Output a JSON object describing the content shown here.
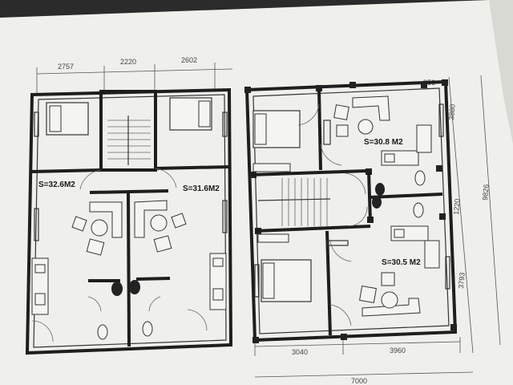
{
  "colors": {
    "paper": "#efefec",
    "background": "#2b2b2b",
    "ink": "#1e1e1e"
  },
  "left_plan": {
    "dimensions_top": [
      "2757",
      "2220",
      "2602"
    ],
    "area_left": "S=32.6M2",
    "area_right": "S=31.6M2"
  },
  "right_plan": {
    "area_top": "S=30.8 M2",
    "area_bottom": "S=30.5 M2",
    "dimensions_right": [
      "3880",
      "1220",
      "3793"
    ],
    "dimension_overall_right": "9826",
    "dimensions_bottom": [
      "3040",
      "3960"
    ],
    "dimension_overall_bottom": "7000",
    "dimension_top_small": "856"
  }
}
